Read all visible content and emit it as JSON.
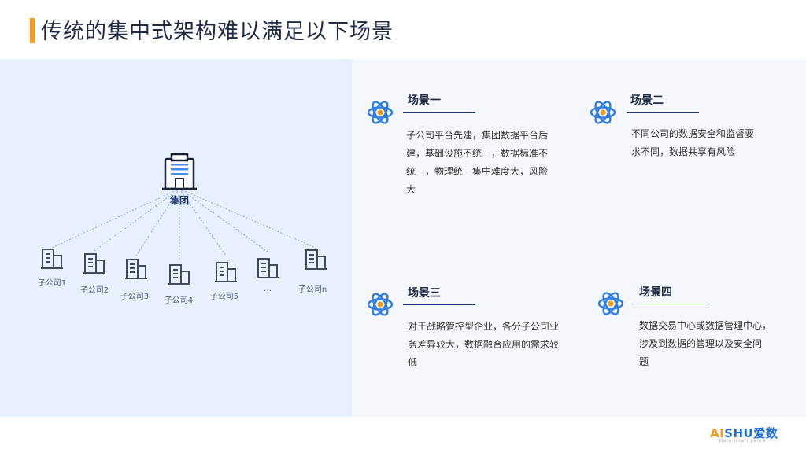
{
  "page": {
    "title": "传统的集中式架构难以满足以下场景"
  },
  "diagram": {
    "hq_label": "集团",
    "subsidiaries": [
      "子公司1",
      "子公司2",
      "子公司3",
      "子公司4",
      "子公司5",
      "…",
      "子公司n"
    ]
  },
  "scenes": [
    {
      "title": "场景一",
      "lines": [
        "子公司平台先建，集团数据平台后",
        "建，基础设施不统一，数据标准不",
        "统一，物理统一集中难度大，风险",
        "大"
      ]
    },
    {
      "title": "场景二",
      "lines": [
        "不同公司的数据安全和监督要",
        "求不同，数据共享有风险"
      ]
    },
    {
      "title": "场景三",
      "lines": [
        "对于战略管控型企业，各分子公司业",
        "务差异较大，数据融合应用的需求较",
        "低"
      ]
    },
    {
      "title": "场景四",
      "lines": [
        "数据交易中心或数据管理中心，",
        "涉及到数据的管理以及安全问",
        "题"
      ]
    }
  ],
  "brand": {
    "ai": "AI",
    "shu": "SHU爱数",
    "tagline": "Data Intelligence ·····"
  },
  "colors": {
    "accent": "#f39a1e",
    "brand_blue": "#1e6fd9",
    "panel": "#e6f1fd"
  }
}
